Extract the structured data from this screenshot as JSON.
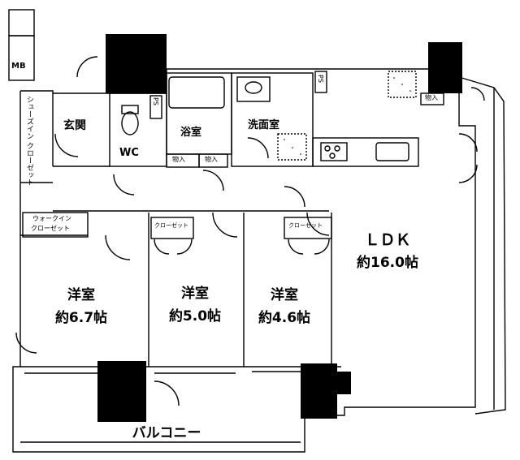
{
  "rooms": {
    "mb": "MB",
    "entrance": "玄関",
    "shoe_closet": "シューズイン クローゼット",
    "wc": "WC",
    "bath": "浴室",
    "washroom": "洗面室",
    "ps1": "PS",
    "ps2": "PS",
    "storage1": "物入",
    "storage2": "物入",
    "storage3": "物入",
    "walkin_closet_line1": "ウォークイン",
    "walkin_closet_line2": "クローゼット",
    "closet1": "クローゼット",
    "closet2": "クローゼット",
    "ldk_name": "ＬＤＫ",
    "ldk_size": "約16.0帖",
    "room1_name": "洋室",
    "room1_size": "約6.7帖",
    "room2_name": "洋室",
    "room2_size": "約5.0帖",
    "room3_name": "洋室",
    "room3_size": "約4.6帖",
    "balcony": "バルコニー"
  }
}
